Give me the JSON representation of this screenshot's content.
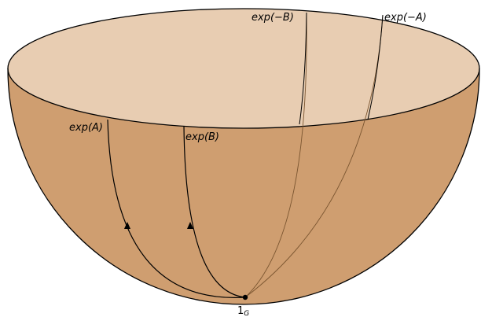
{
  "labels": {
    "exp_neg_B": "exp(−B)",
    "exp_neg_A": "exp(−A)",
    "exp_A": "exp(A)",
    "exp_B": "exp(B)",
    "identity_base": "1",
    "identity_sub": "G"
  },
  "colors": {
    "bowl": "#cf9e70",
    "rim": "#e8cdb2",
    "outline": "#000000",
    "back_curve": "#7a5530"
  }
}
